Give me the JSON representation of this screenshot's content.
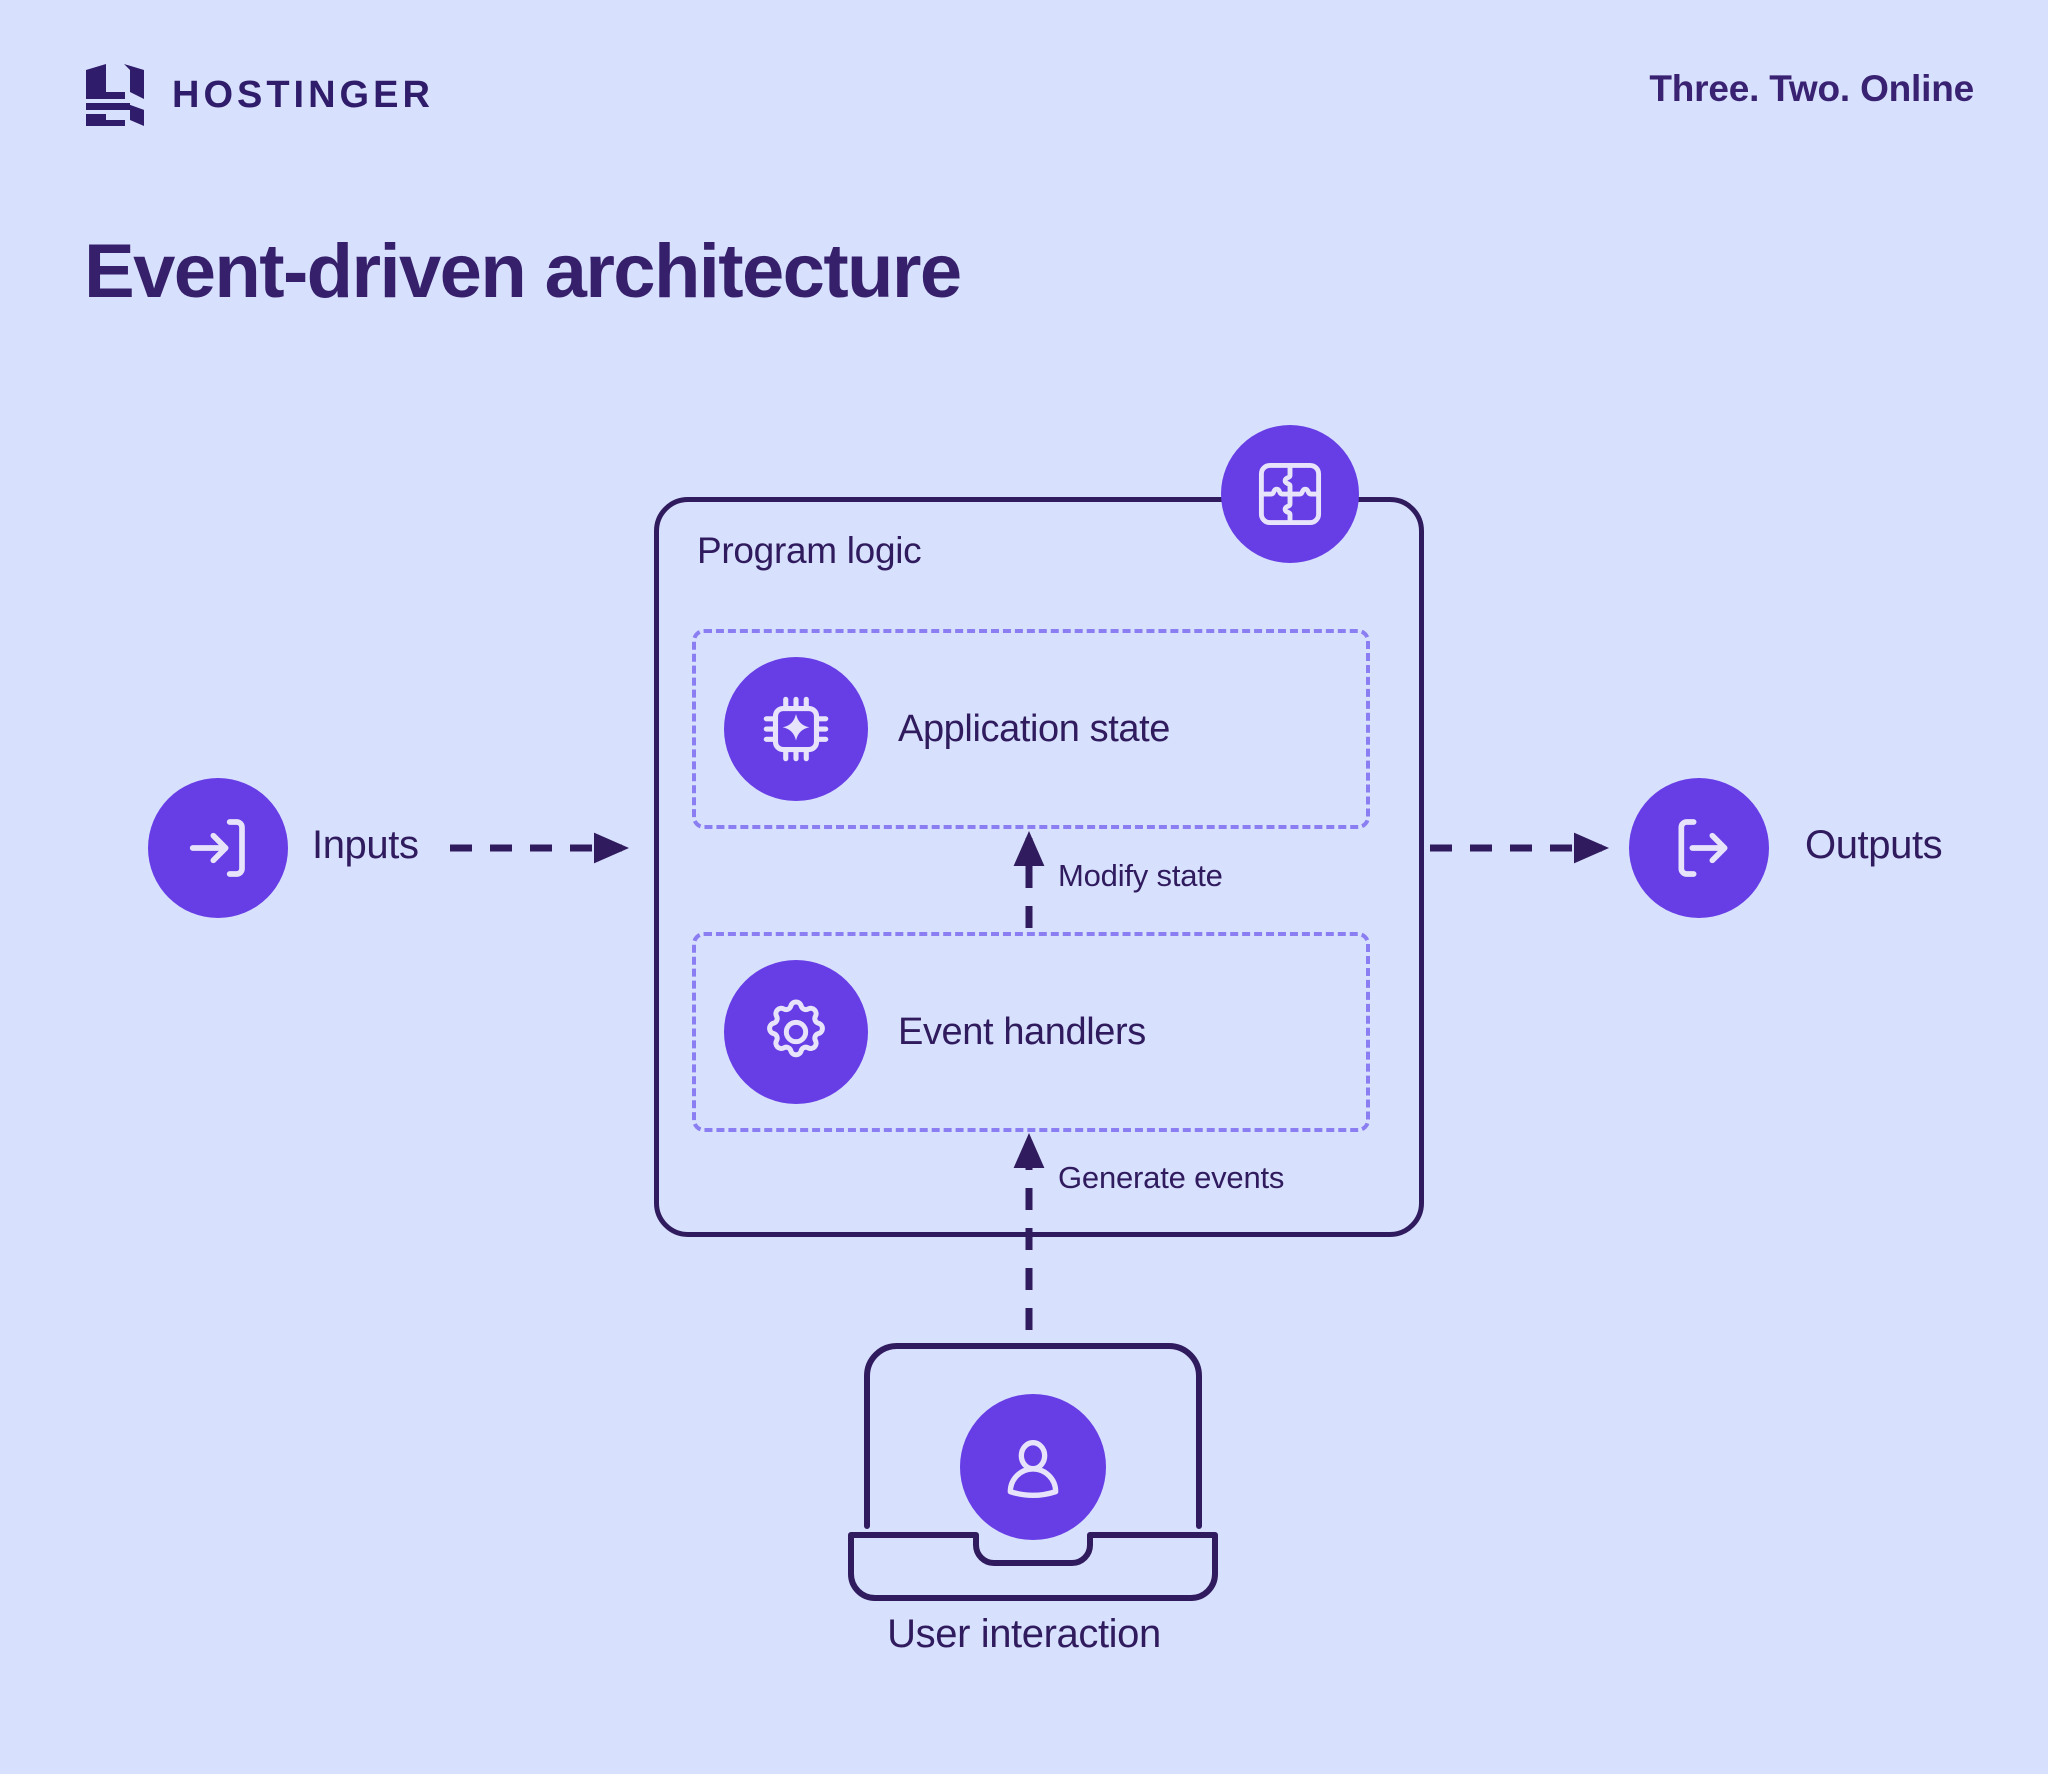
{
  "header": {
    "brand_name": "HOSTINGER",
    "brand_mark_icon": "hostinger-h-logo",
    "tagline": "Three. Two. Online"
  },
  "title": "Event-driven architecture",
  "colors": {
    "background": "#d7e0fc",
    "accent_purple": "#673de6",
    "dark_ink": "#2f1b5e",
    "dashed_border": "#8b7ef2",
    "icon_light": "#e6e3fb"
  },
  "diagram": {
    "type": "flow",
    "container": {
      "label": "Program logic",
      "badge_icon": "puzzle-icon"
    },
    "rows": [
      {
        "label": "Application state",
        "icon": "cpu-chip-sparkle-icon"
      },
      {
        "label": "Event handlers",
        "icon": "gear-icon"
      }
    ],
    "nodes": [
      {
        "id": "inputs",
        "label": "Inputs",
        "icon": "login-arrow-in-icon",
        "side": "left"
      },
      {
        "id": "outputs",
        "label": "Outputs",
        "icon": "logout-arrow-out-icon",
        "side": "right"
      },
      {
        "id": "user-interaction",
        "label": "User interaction",
        "icon": "user-person-icon",
        "side": "bottom"
      }
    ],
    "edges": [
      {
        "from": "inputs",
        "to": "program-logic",
        "label": "",
        "style": "dashed",
        "direction": "right"
      },
      {
        "from": "program-logic",
        "to": "outputs",
        "label": "",
        "style": "dashed",
        "direction": "right"
      },
      {
        "from": "event-handlers",
        "to": "application-state",
        "label": "Modify state",
        "style": "dashed",
        "direction": "up"
      },
      {
        "from": "user-interaction",
        "to": "event-handlers",
        "label": "Generate events",
        "style": "dashed",
        "direction": "up"
      }
    ]
  }
}
